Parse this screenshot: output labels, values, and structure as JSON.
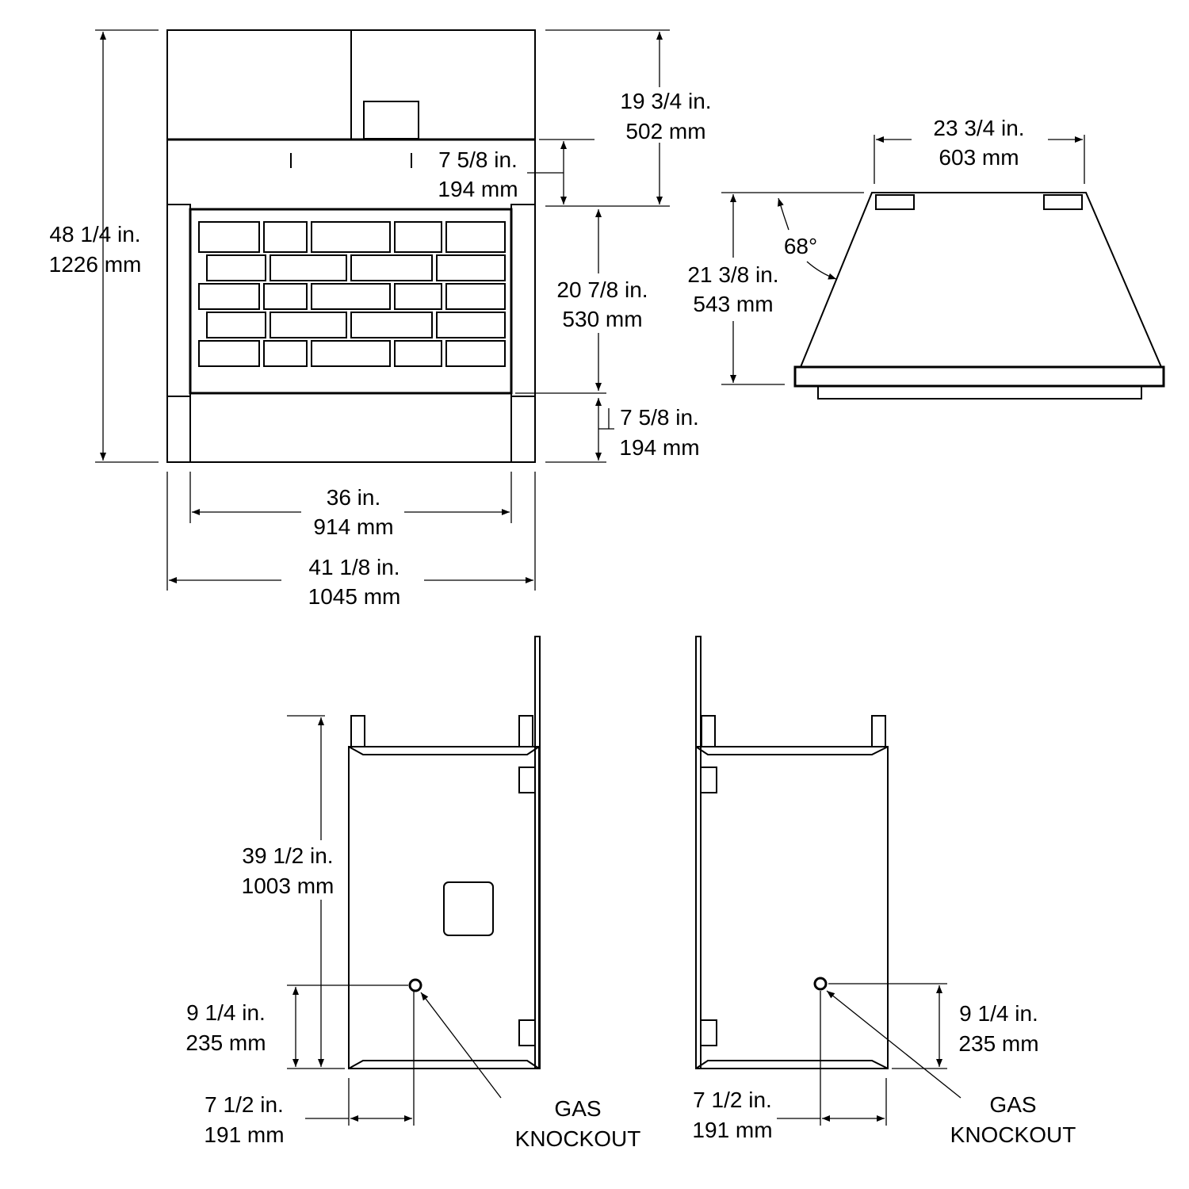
{
  "front_view": {
    "overall_height": {
      "in": "48 1/4 in.",
      "mm": "1226 mm"
    },
    "top_section": {
      "in": "19 3/4 in.",
      "mm": "502 mm"
    },
    "upper_band": {
      "in": "7 5/8 in.",
      "mm": "194 mm"
    },
    "opening_height": {
      "in": "20 7/8 in.",
      "mm": "530 mm"
    },
    "lower_band": {
      "in": "7 5/8 in.",
      "mm": "194 mm"
    },
    "opening_width": {
      "in": "36 in.",
      "mm": "914 mm"
    },
    "overall_width": {
      "in": "41 1/8 in.",
      "mm": "1045 mm"
    }
  },
  "top_view": {
    "back_width": {
      "in": "23 3/4 in.",
      "mm": "603 mm"
    },
    "depth": {
      "in": "21 3/8 in.",
      "mm": "543 mm"
    },
    "angle": "68°"
  },
  "left_side_view": {
    "height": {
      "in": "39 1/2 in.",
      "mm": "1003 mm"
    },
    "knockout_height": {
      "in": "9 1/4 in.",
      "mm": "235 mm"
    },
    "knockout_offset": {
      "in": "7 1/2 in.",
      "mm": "191 mm"
    },
    "label_line1": "GAS",
    "label_line2": "KNOCKOUT"
  },
  "right_side_view": {
    "knockout_height": {
      "in": "9 1/4 in.",
      "mm": "235 mm"
    },
    "knockout_offset": {
      "in": "7 1/2 in.",
      "mm": "191 mm"
    },
    "label_line1": "GAS",
    "label_line2": "KNOCKOUT"
  }
}
